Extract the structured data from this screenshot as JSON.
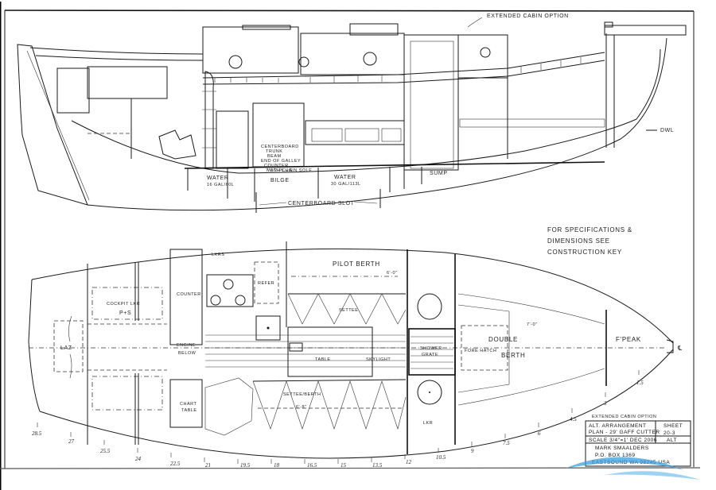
{
  "drawing": {
    "type": "alternate arrangement plan",
    "views": [
      "profile",
      "plan"
    ],
    "colors": {
      "ink": "#1a1a1a",
      "paper": "#ffffff",
      "watermark": "#3aa0e0"
    }
  },
  "profile": {
    "note_extended_cabin": "EXTENDED CABIN OPTION",
    "dwl_label": "DWL",
    "centerboard_note": [
      "CENTERBOARD",
      "TRUNK",
      "BEAM",
      "END OF GALLEY",
      "COUNTER",
      "7 1/2 PLUG"
    ],
    "with_chain_note": "WITH CHAIN SOLE",
    "tanks": {
      "water_aft": {
        "label": "WATER",
        "capacity": "16 GAL/60L"
      },
      "bilge": {
        "label": "BILGE"
      },
      "water_fwd": {
        "label": "WATER",
        "capacity": "30 GAL/113L"
      },
      "sump": {
        "label": "SUMP"
      }
    },
    "centerboard_slot": "CENTERBOARD SLOT"
  },
  "spec_note": {
    "line1": "FOR SPECIFICATIONS &",
    "line2": "DIMENSIONS SEE",
    "line3": "CONSTRUCTION KEY"
  },
  "plan": {
    "labels": {
      "laz": "LAZ",
      "cockpit_lkr": "COCKPIT LKR",
      "p_and_s": "P+S",
      "counter": "COUNTER",
      "lkrs": "LKRS",
      "refer": "REFER",
      "engine_below_1": "ENGINE",
      "engine_below_2": "BELOW",
      "chart_table_1": "CHART",
      "chart_table_2": "TABLE",
      "pilot_berth": "PILOT BERTH",
      "pilot_berth_dim": "6'-0\"",
      "settee": "SETTEE",
      "table": "TABLE",
      "skylight": "SKYLIGHT",
      "settee_berth": "SETTEE/BERTH",
      "settee_berth_dim": "6'-8\"",
      "shower_grate_1": "SHOWER",
      "shower_grate_2": "GRATE",
      "fore_hatch": "FORE HATCH",
      "double": "DOUBLE",
      "berth": "BERTH",
      "vberth_dim": "7'-0\"",
      "fpeak": "F'PEAK",
      "lkr": "LKR",
      "centerline": "℄"
    },
    "stations": [
      "28.5",
      "27",
      "25.5",
      "24",
      "22.5",
      "21",
      "19.5",
      "18",
      "16.5",
      "15",
      "13.5",
      "12",
      "10.5",
      "9",
      "7.5",
      "6",
      "4.5",
      "3",
      "1.5"
    ]
  },
  "title_block": {
    "header_note": "EXTENDED CABIN OPTION",
    "title_line1": "ALT. ARRANGEMENT",
    "title_line2": "PLAN - 29' GAFF CUTTER",
    "scale": "SCALE 3/4\"=1' DEC 2006",
    "sheet_label": "SHEET",
    "sheet_number": "20-3",
    "sheet_suffix": "ALT",
    "designer": "MARK SMAALDERS",
    "address1": "P.O. BOX 1369",
    "address2": "EASTSOUND WA 98245 USA"
  }
}
